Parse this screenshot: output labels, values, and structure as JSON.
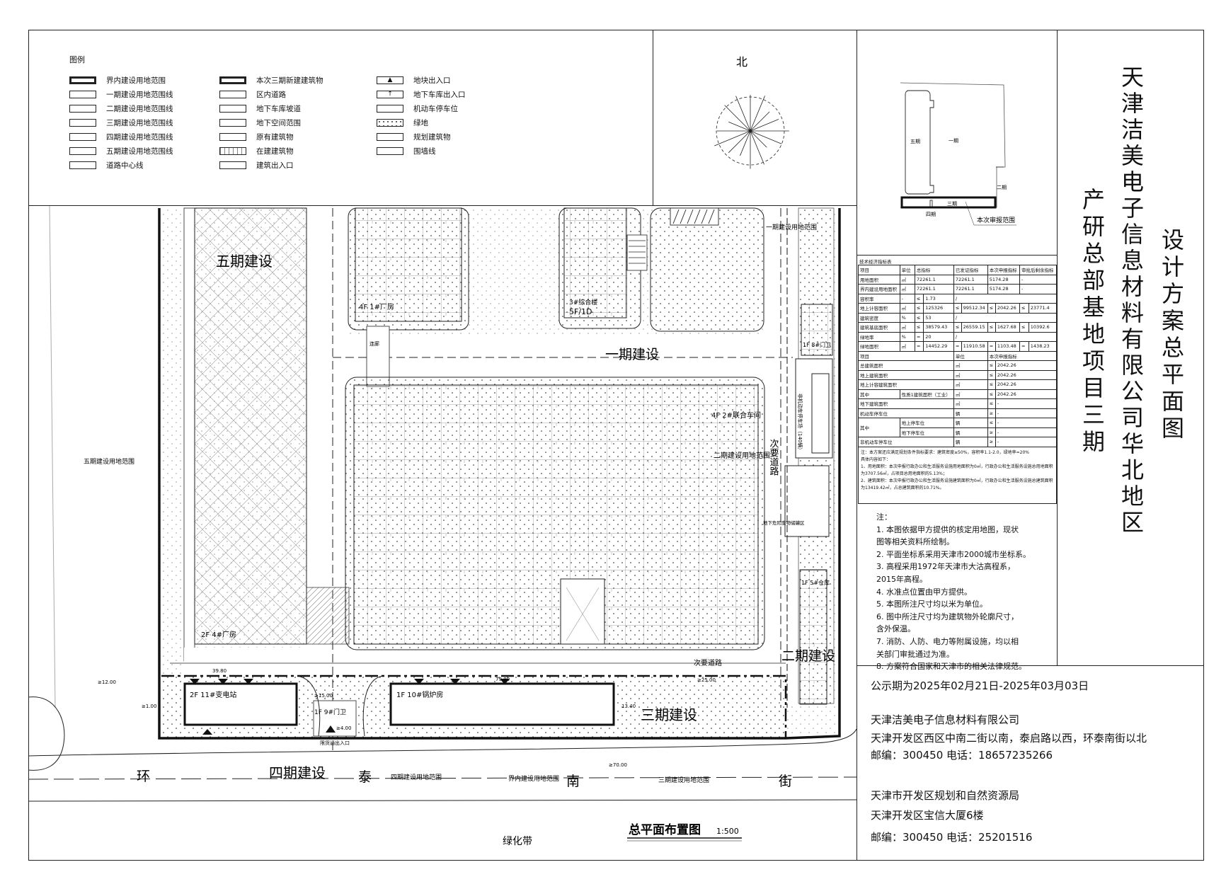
{
  "legend": {
    "title": "图例",
    "col1": [
      "界内建设用地范围",
      "一期建设用地范围线",
      "二期建设用地范围线",
      "三期建设用地范围线",
      "四期建设用地范围线",
      "五期建设用地范围线",
      "道路中心线"
    ],
    "col2": [
      "本次三期新建建筑物",
      "区内道路",
      "地下车库坡道",
      "地下空间范围",
      "原有建筑物",
      "在建建筑物",
      "建筑出入口"
    ],
    "col3": [
      "地块出入口",
      "地下车库出入口",
      "机动车停车位",
      "绿地",
      "规划建筑物",
      "围墙线"
    ]
  },
  "compass": {
    "north": "北"
  },
  "keyplan": {
    "phase5": "五期",
    "phase1": "一期",
    "phase2": "二期",
    "phase3": "三期",
    "phase4": "四期",
    "scope": "本次审报范围"
  },
  "title": {
    "company": "天津洁美电子信息材料有限公司华北地区",
    "project": "产研总部基地项目三期",
    "drawing": "设计方案总平面图"
  },
  "tech_table": {
    "caption": "技术经济指标表",
    "header": [
      "项目",
      "单位",
      "总指标",
      "已发证指标",
      "本次申报指标",
      "审批后剩余指标"
    ],
    "rows": [
      {
        "item": "用地面积",
        "unit": "㎡",
        "vals": [
          "72261.1",
          "72261.1",
          "5174.28",
          "-"
        ]
      },
      {
        "item": "界内建设用地面积",
        "unit": "㎡",
        "vals": [
          "72261.1",
          "72261.1",
          "5174.28",
          "-"
        ]
      },
      {
        "item": "容积率",
        "unit": "-",
        "total": [
          "≤",
          "1.73"
        ],
        "rest": "/"
      },
      {
        "item": "地上计容面积",
        "unit": "㎡",
        "pairs": [
          [
            "≤",
            "125326"
          ],
          [
            "≤",
            "99512.34"
          ],
          [
            "≤",
            "2042.26"
          ],
          [
            "≤",
            "23771.4"
          ]
        ]
      },
      {
        "item": "建筑密度",
        "unit": "%",
        "total": [
          "≤",
          "53"
        ],
        "rest": "/"
      },
      {
        "item": "建筑基底面积",
        "unit": "㎡",
        "pairs": [
          [
            "≤",
            "38579.43"
          ],
          [
            "≤",
            "26559.15"
          ],
          [
            "≤",
            "1627.68"
          ],
          [
            "≤",
            "10392.6"
          ]
        ]
      },
      {
        "item": "绿地率",
        "unit": "%",
        "total": [
          "=",
          "20"
        ],
        "rest": "/"
      },
      {
        "item": "绿地面积",
        "unit": "㎡",
        "pairs": [
          [
            "=",
            "14452.29"
          ],
          [
            "=",
            "11910.58"
          ],
          [
            "=",
            "1103.48"
          ],
          [
            "=",
            "1438.23"
          ]
        ]
      }
    ],
    "header2": [
      "项目",
      "单位",
      "本次申报指标"
    ],
    "rows2": [
      {
        "item": "总建筑面积",
        "unit": "㎡",
        "op": "≤",
        "val": "2042.26"
      },
      {
        "item": "地上建筑面积",
        "unit": "㎡",
        "op": "≤",
        "val": "2042.26"
      },
      {
        "item": "地上计容建筑面积",
        "unit": "㎡",
        "op": "≤",
        "val": "2042.26"
      },
      {
        "group": "其中",
        "item": "性质1建筑面积（工业）",
        "unit": "㎡",
        "op": "≤",
        "val": "2042.26"
      },
      {
        "item": "地下建筑面积",
        "unit": "㎡",
        "op": "≤",
        "val": "-"
      },
      {
        "item": "机动车停车位",
        "unit": "辆",
        "op": "≥",
        "val": "-"
      },
      {
        "group": "其中",
        "item": "地上停车位",
        "unit": "辆",
        "op": "≤",
        "val": "-"
      },
      {
        "group": "其中",
        "item": "地下停车位",
        "unit": "辆",
        "op": "≥",
        "val": "-"
      },
      {
        "item": "非机动车停车位",
        "unit": "辆",
        "op": "≥",
        "val": "-"
      }
    ],
    "footnotes": [
      "注：本方案还应满足规划条件指标要求：建筑密度≥50%，容积率1.1-2.0，绿地率=20%",
      "具体内容如下：",
      "1、用地面积：本次申报行政办公和生活服务设施用地面积为0㎡，行政办公和生活服务设施总用地面积为3707.56㎡，占项目总用地面积的5.13%；",
      "2、建筑面积：本次申报行政办公和生活服务设施建筑面积为0㎡，行政办公和生活服务设施总建筑面积为13419.42㎡，占总建筑面积的10.71%。"
    ]
  },
  "notes": {
    "title": "注：",
    "lines": [
      "1. 本图依据甲方提供的核定用地图，现状",
      "图等相关资料所绘制。",
      "2. 平面坐标系采用天津市2000城市坐标系。",
      "3. 高程采用1972年天津市大沽高程系，",
      "2015年高程。",
      "4. 水准点位置由甲方提供。",
      "5. 本图所注尺寸均以米为单位。",
      "6. 图中所注尺寸均为建筑物外轮廓尺寸，",
      "含外保温。",
      "7. 消防、人防、电力等附属设施，均以相",
      "关部门审批通过为准。",
      "8. 方案符合国家和天津市的相关法律规范。"
    ]
  },
  "info": {
    "publicity": "公示期为2025年02月21日-2025年03月03日",
    "applicant": "天津洁美电子信息材料有限公司",
    "applicant_address": "天津开发区西区中南二街以南，泰启路以西，环泰南街以北",
    "applicant_contact": "邮编：300450  电话：18657235266",
    "authority": "天津市开发区规划和自然资源局",
    "authority_address": "天津开发区宝信大厦6楼",
    "authority_contact": "邮编：300450      电话：25201516"
  },
  "plan": {
    "phase5": "五期建设",
    "phase1": "一期建设",
    "phase2": "二期建设",
    "phase3": "三期建设",
    "phase4": "四期建设",
    "phase5_scope": "五期建设用地范围",
    "phase1_scope": "一期建设用地范围",
    "phase2_scope": "二期建设用地范围",
    "phase3_scope": "三期建设用地范围",
    "phase4_scope": "四期建设用地范围",
    "site_scope": "界内建设用地范围",
    "b1": "4F 1#厂房",
    "b2": "4F 2#联合车间",
    "b3a": "3#综合楼",
    "b3b": "5F/1D",
    "b4": "2F 4#厂房",
    "b5": "1F 5#仓库",
    "b8": "1F 8#门卫",
    "b9": "1F 9#门卫",
    "b10": "1F 10#锅炉房",
    "b11": "2F 11#变电站",
    "bike": "非机动车停车场（140辆）",
    "corridor": "连廊",
    "secondary_road": "次要道路",
    "secondary_road_v": "次要道路",
    "underground_tank": "地下危险废物储罐区",
    "freight_gate": "限货通出入口",
    "street": [
      "环",
      "泰",
      "南",
      "街"
    ],
    "green_belt": "绿化带",
    "dims": [
      "39.80",
      "79.80",
      "≥25.00",
      "≥15.00",
      "13.40",
      "≥12.00",
      "≥4.00",
      "≥1.00",
      "≥70.00"
    ],
    "drawing_title": "总平面布置图",
    "scale": "1:500"
  }
}
